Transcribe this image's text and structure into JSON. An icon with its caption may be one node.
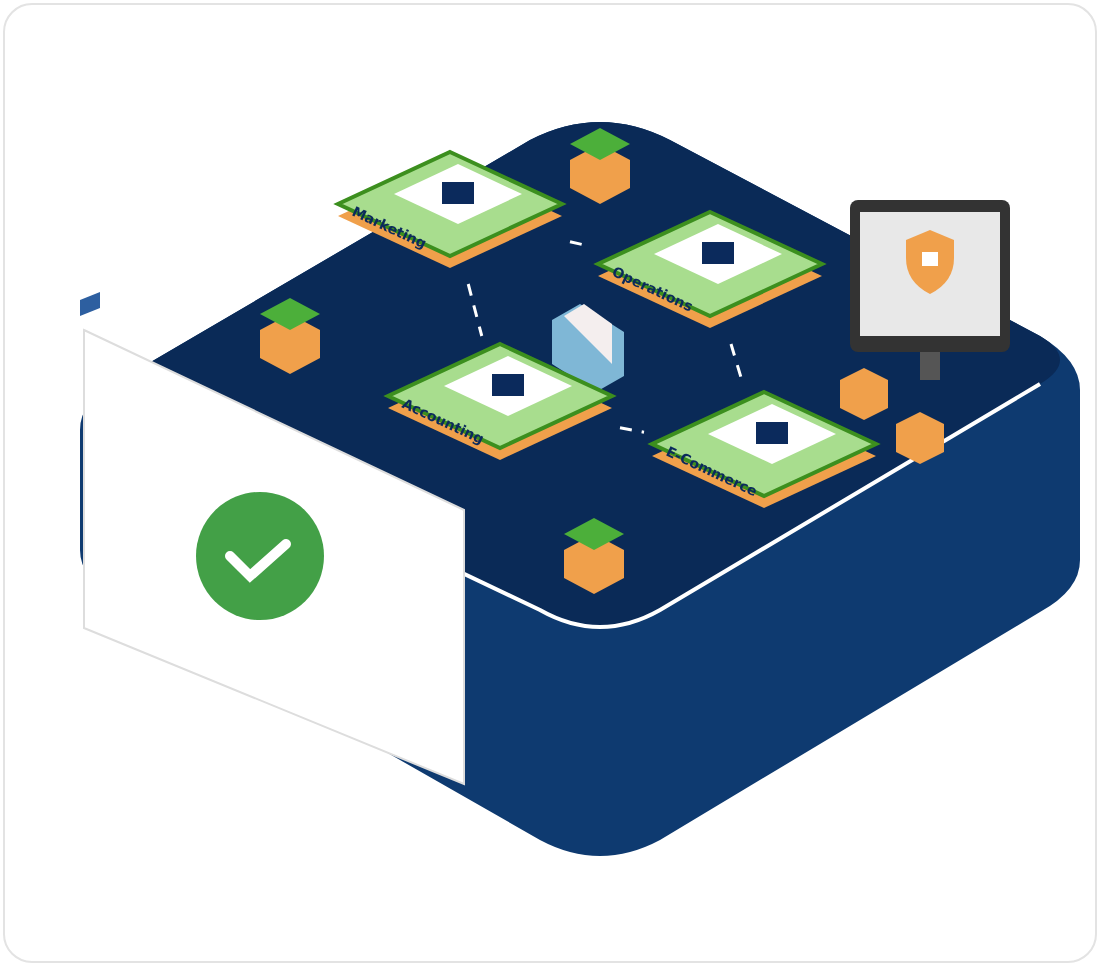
{
  "diagram": {
    "nodes": [
      {
        "text": [
          "Marketing"
        ]
      },
      {
        "text": [
          "Operations"
        ]
      },
      {
        "text": [
          "Accounting"
        ]
      },
      {
        "text": [
          "E-Commerce"
        ]
      }
    ],
    "edges": [
      {
        "from": 0,
        "to": 1,
        "arrow": "none",
        "style": "dashed"
      },
      {
        "from": 0,
        "to": 2,
        "arrow": "none",
        "style": "dashed"
      },
      {
        "from": 1,
        "to": 3,
        "arrow": "none",
        "style": "dashed"
      },
      {
        "from": 2,
        "to": 3,
        "arrow": "none",
        "style": "dashed"
      }
    ]
  }
}
